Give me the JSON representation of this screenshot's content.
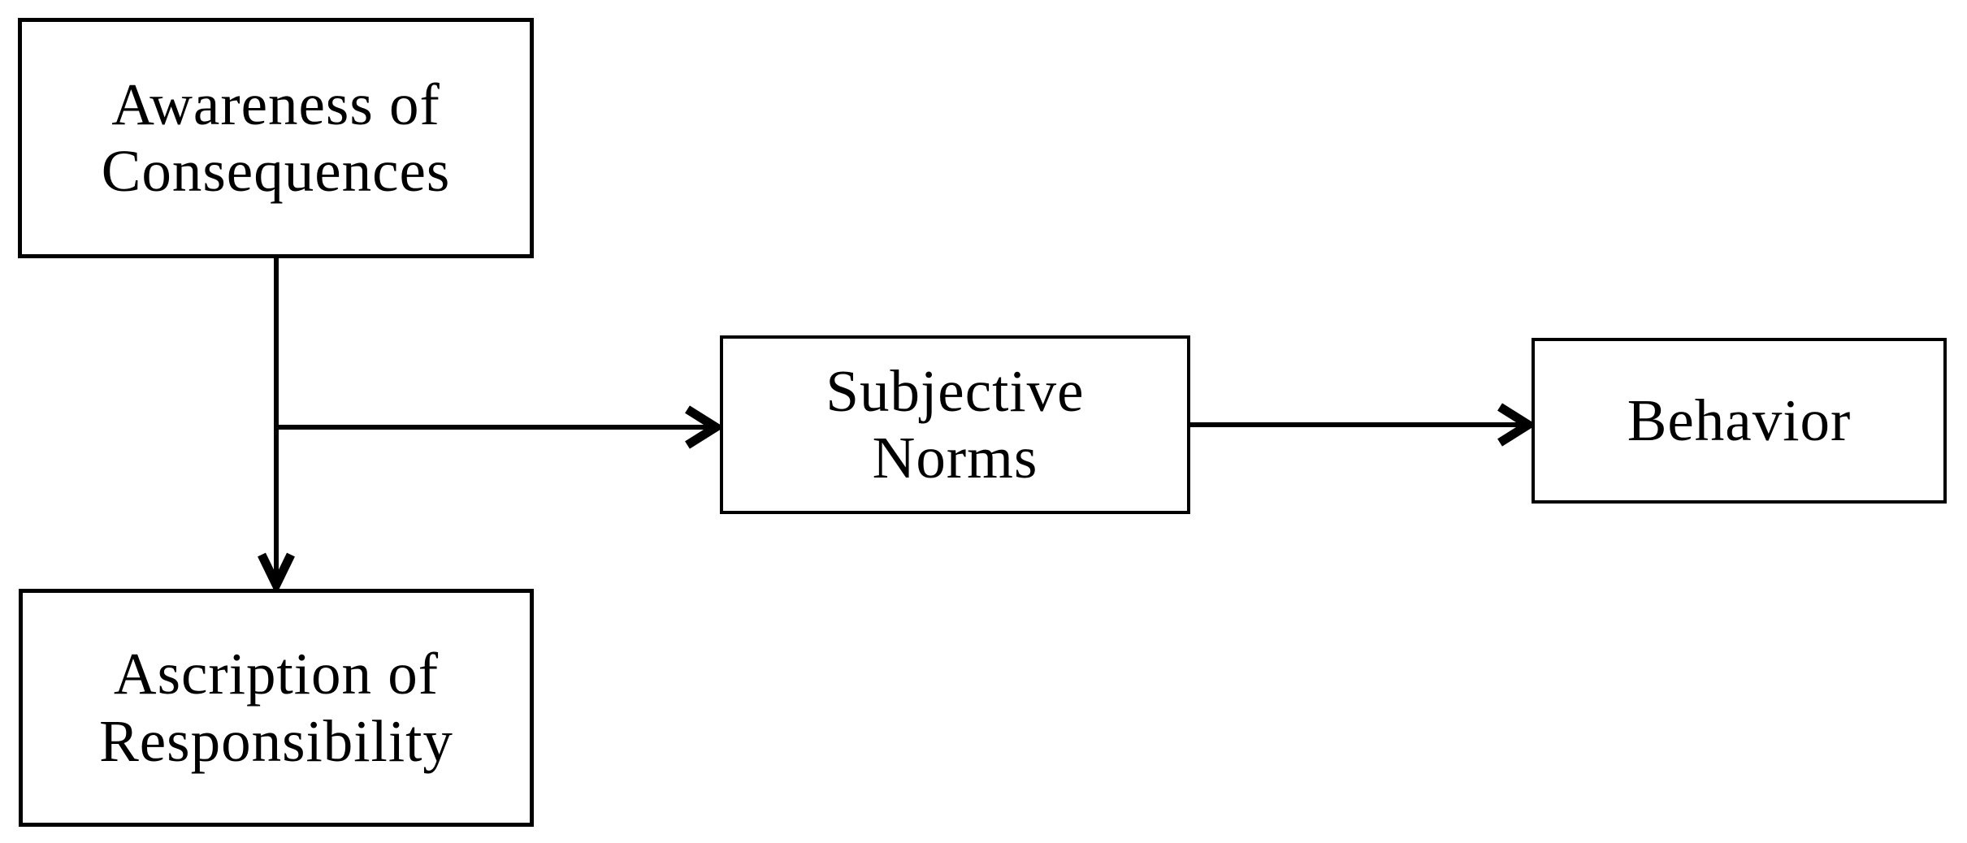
{
  "diagram": {
    "nodes": [
      {
        "id": "awareness_of_consequences",
        "label": "Awareness of Consequences"
      },
      {
        "id": "ascription_of_responsibility",
        "label": "Ascription of Responsibility"
      },
      {
        "id": "subjective_norms",
        "label": "Subjective Norms"
      },
      {
        "id": "behavior",
        "label": "Behavior"
      }
    ],
    "edges": [
      {
        "from": "Awareness of Consequences",
        "to": "Ascription of Responsibility",
        "direction": "down"
      },
      {
        "from": "Awareness of Consequences",
        "to": "Subjective Norms",
        "direction": "right"
      },
      {
        "from": "Subjective Norms",
        "to": "Behavior",
        "direction": "right"
      }
    ],
    "colors": {
      "line": "#000000",
      "text": "#000000",
      "background": "#ffffff"
    }
  }
}
